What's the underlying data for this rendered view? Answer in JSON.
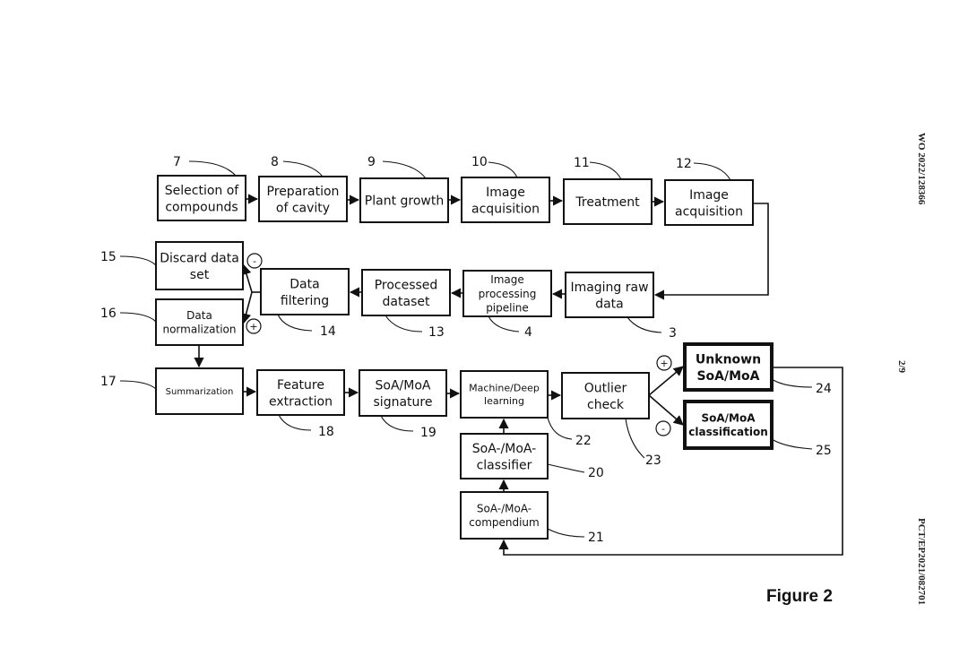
{
  "figure_label": "Figure 2",
  "side_text": {
    "pub_number": "WO 2022/128366",
    "page": "2/9",
    "application": "PCT/EP2021/082701"
  },
  "boxes": [
    {
      "id": "b7",
      "lines": [
        "Selection of",
        "compounds"
      ]
    },
    {
      "id": "b8",
      "lines": [
        "Preparation",
        "of cavity"
      ]
    },
    {
      "id": "b9",
      "lines": [
        "Plant growth"
      ]
    },
    {
      "id": "b10",
      "lines": [
        "Image",
        "acquisition"
      ]
    },
    {
      "id": "b11",
      "lines": [
        "Treatment"
      ]
    },
    {
      "id": "b12",
      "lines": [
        "Image",
        "acquisition"
      ]
    },
    {
      "id": "b3",
      "lines": [
        "Imaging raw",
        "data"
      ]
    },
    {
      "id": "b4",
      "lines": [
        "Image",
        "processing",
        "pipeline"
      ]
    },
    {
      "id": "b13",
      "lines": [
        "Processed",
        "dataset"
      ]
    },
    {
      "id": "b14",
      "lines": [
        "Data",
        "filtering"
      ]
    },
    {
      "id": "b15",
      "lines": [
        "Discard data",
        "set"
      ]
    },
    {
      "id": "b16",
      "lines": [
        "Data",
        "normalization"
      ]
    },
    {
      "id": "b17",
      "lines": [
        "Summarization"
      ]
    },
    {
      "id": "b18",
      "lines": [
        "Feature",
        "extraction"
      ]
    },
    {
      "id": "b19",
      "lines": [
        "SoA/MoA",
        "signature"
      ]
    },
    {
      "id": "b22",
      "lines": [
        "Machine/Deep",
        "learning"
      ]
    },
    {
      "id": "b23",
      "lines": [
        "Outlier",
        "check"
      ]
    },
    {
      "id": "b24",
      "lines": [
        "Unknown",
        "SoA/MoA"
      ]
    },
    {
      "id": "b25",
      "lines": [
        "SoA/MoA",
        "classification"
      ]
    },
    {
      "id": "b20",
      "lines": [
        "SoA-/MoA-",
        "classifier"
      ]
    },
    {
      "id": "b21",
      "lines": [
        "SoA-/MoA-",
        "compendium"
      ]
    }
  ],
  "reference_numbers": [
    "7",
    "8",
    "9",
    "10",
    "11",
    "12",
    "3",
    "4",
    "13",
    "14",
    "15",
    "16",
    "17",
    "18",
    "19",
    "22",
    "23",
    "24",
    "25",
    "20",
    "21"
  ],
  "signs": {
    "plus": "+",
    "minus": "-"
  }
}
